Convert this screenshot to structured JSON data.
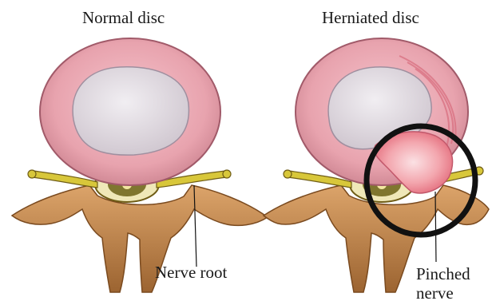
{
  "titles": {
    "normal": "Normal disc",
    "herniated": "Herniated disc"
  },
  "annotations": {
    "nerve_root": "Nerve root",
    "pinched_line1": "Pinched",
    "pinched_line2": "nerve"
  },
  "colors": {
    "annulus": "#e8a3ae",
    "annulus_edge": "#b96d7b",
    "nucleus": "#ddd8dd",
    "bone": "#c98d53",
    "bone_dark": "#8a5525",
    "nerve": "#c9b82a",
    "herniation": "#f2a0a8",
    "circle": "#111111"
  }
}
